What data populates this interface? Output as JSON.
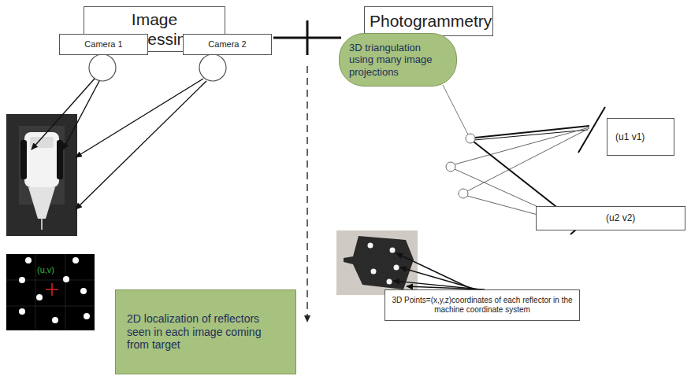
{
  "diagram": {
    "nodes": [
      {
        "text": [
          "Image Processing"
        ]
      },
      {
        "text": [
          "Camera 1"
        ]
      },
      {
        "text": [
          "Camera 2"
        ]
      },
      {
        "text": [
          "Photogrammetry"
        ]
      },
      {
        "text": [
          "3D triangulation using many image projections"
        ]
      },
      {
        "text": [
          "(u1  v1)"
        ]
      },
      {
        "text": [
          "(u2  v2)"
        ]
      },
      {
        "text": [
          "3D Points=(x,y,z)coordinates of each reflector in the machine coordinate system"
        ]
      },
      {
        "text": [
          "2D localization of reflectors seen in each image coming from target"
        ]
      }
    ],
    "labels": [
      "(u,v)"
    ]
  }
}
